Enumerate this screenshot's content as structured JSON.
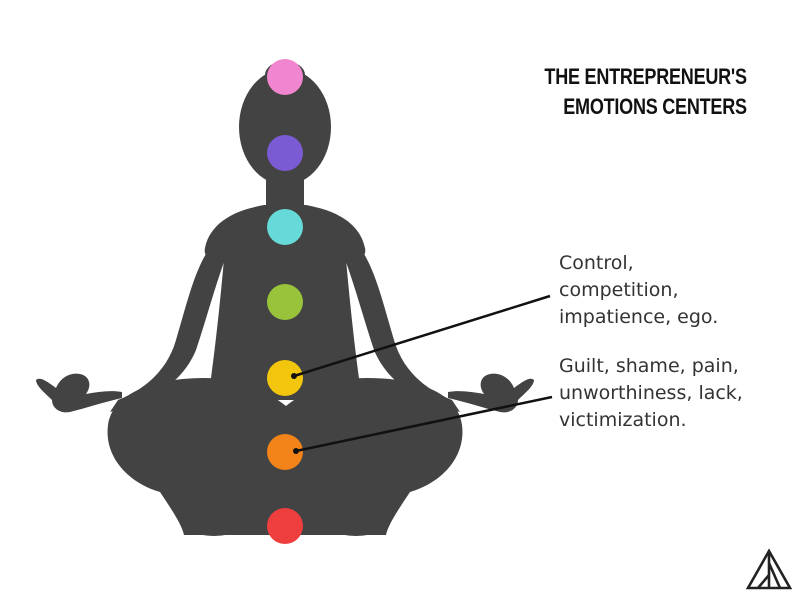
{
  "title": {
    "line1": "THE ENTREPRENEUR'S",
    "line2": "EMOTIONS CENTERS"
  },
  "figure": {
    "silhouette_color": "#434343",
    "icon": "meditation-silhouette"
  },
  "centers": [
    {
      "name": "crown",
      "color": "#f085d0"
    },
    {
      "name": "third-eye",
      "color": "#7a5bd3"
    },
    {
      "name": "throat",
      "color": "#66d9d9"
    },
    {
      "name": "heart",
      "color": "#9ac33c"
    },
    {
      "name": "solar-plexus",
      "color": "#f2c60d"
    },
    {
      "name": "sacral",
      "color": "#f2841a"
    },
    {
      "name": "root",
      "color": "#ef3e3e"
    }
  ],
  "annotations": [
    {
      "target": "solar-plexus",
      "lines": [
        "Control,",
        "competition,",
        "impatience, ego."
      ]
    },
    {
      "target": "sacral",
      "lines": [
        "Guilt, shame, pain,",
        "unworthiness, lack,",
        "victimization."
      ]
    }
  ],
  "logo": {
    "icon": "triangle-logo-icon",
    "color": "#222222"
  }
}
